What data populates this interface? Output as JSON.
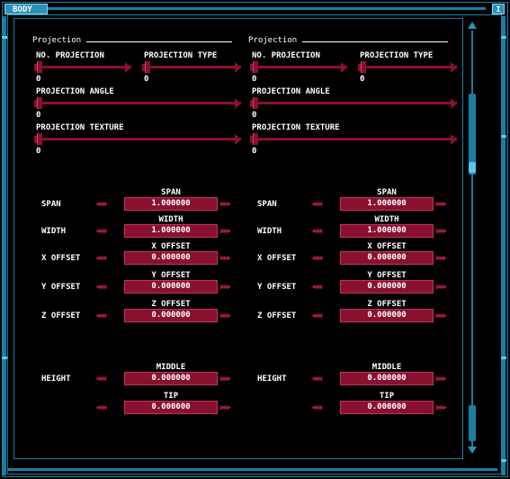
{
  "window": {
    "title": "BODY",
    "corner_label": "I"
  },
  "colors": {
    "frame": "#1b7fa3",
    "accent": "#8a1030",
    "text": "#ffffff"
  },
  "projection_columns": [
    {
      "section_title": "Projection",
      "no_projection": {
        "label": "NO. PROJECTION",
        "value": "0"
      },
      "projection_type": {
        "label": "PROJECTION TYPE",
        "value": "0"
      },
      "projection_angle": {
        "label": "PROJECTION ANGLE",
        "value": "0"
      },
      "projection_texture": {
        "label": "PROJECTION TEXTURE",
        "value": "0"
      }
    },
    {
      "section_title": "Projection",
      "no_projection": {
        "label": "NO. PROJECTION",
        "value": "0"
      },
      "projection_type": {
        "label": "PROJECTION TYPE",
        "value": "0"
      },
      "projection_angle": {
        "label": "PROJECTION ANGLE",
        "value": "0"
      },
      "projection_texture": {
        "label": "PROJECTION TEXTURE",
        "value": "0"
      }
    }
  ],
  "numeric_columns": [
    {
      "span": {
        "row_label": "SPAN",
        "field_label": "SPAN",
        "value": "1.000000"
      },
      "width": {
        "row_label": "WIDTH",
        "field_label": "WIDTH",
        "value": "1.000000"
      },
      "x_offset": {
        "row_label": "X OFFSET",
        "field_label": "X OFFSET",
        "value": "0.000000"
      },
      "y_offset": {
        "row_label": "Y OFFSET",
        "field_label": "Y OFFSET",
        "value": "0.000000"
      },
      "z_offset": {
        "row_label": "Z OFFSET",
        "field_label": "Z OFFSET",
        "value": "0.000000"
      },
      "height_middle": {
        "row_label": "HEIGHT",
        "field_label": "MIDDLE",
        "value": "0.000000"
      },
      "height_tip": {
        "field_label": "TIP",
        "value": "0.000000"
      }
    },
    {
      "span": {
        "row_label": "SPAN",
        "field_label": "SPAN",
        "value": "1.000000"
      },
      "width": {
        "row_label": "WIDTH",
        "field_label": "WIDTH",
        "value": "1.000000"
      },
      "x_offset": {
        "row_label": "X OFFSET",
        "field_label": "X OFFSET",
        "value": "0.000000"
      },
      "y_offset": {
        "row_label": "Y OFFSET",
        "field_label": "Y OFFSET",
        "value": "0.000000"
      },
      "z_offset": {
        "row_label": "Z OFFSET",
        "field_label": "Z OFFSET",
        "value": "0.000000"
      },
      "height_middle": {
        "row_label": "HEIGHT",
        "field_label": "MIDDLE",
        "value": "0.000000"
      },
      "height_tip": {
        "field_label": "TIP",
        "value": "0.000000"
      }
    }
  ],
  "stepper_glyphs": {
    "left": "◀◀◀",
    "right": "▶▶▶"
  }
}
